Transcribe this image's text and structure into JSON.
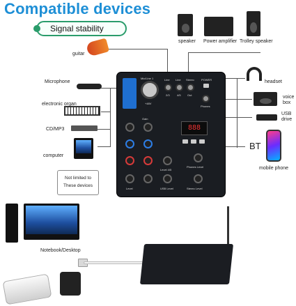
{
  "heading": "Compatible devices",
  "signal_pill": "Signal stability",
  "inputs": {
    "guitar": "guitar",
    "microphone": "Microphone",
    "electronic_organ": "electronic organ",
    "cd_mp3": "CD/MP3",
    "computer": "computer"
  },
  "outputs": {
    "speaker": "speaker",
    "power_amplifier": "Power amplifier",
    "trolley_speaker": "Trolley speaker",
    "headset": "headset",
    "voice_box_line1": "voice",
    "voice_box_line2": "box",
    "usb_drive_line1": "USB",
    "usb_drive_line2": "drive",
    "bt": "BT",
    "mobile_phone": "mobile phone"
  },
  "not_limited_line1": "Not limited to",
  "not_limited_line2": "These devices",
  "notebook_desktop": "Notebook/Desktop",
  "mixer": {
    "display": "888",
    "labels": [
      "Mic/Line 1",
      "Line",
      "Line",
      "Stereo",
      "POWER",
      "+48V",
      "2/3",
      "4/5",
      "Out",
      "Phones",
      "Gain",
      "Level",
      "Level 4/5",
      "USB Level",
      "Phones Level",
      "Stereo Level"
    ]
  },
  "colors": {
    "accent": "#1e8fd6",
    "pill_border": "#2a9c6b"
  }
}
